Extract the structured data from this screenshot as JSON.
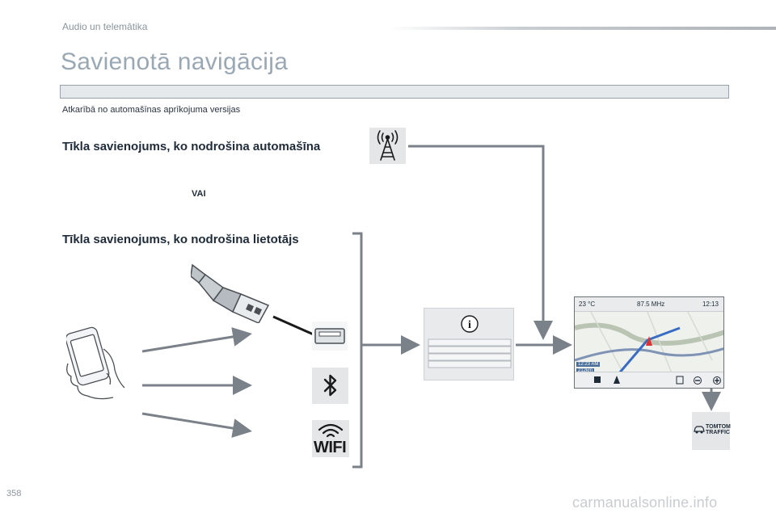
{
  "header": {
    "section": "Audio un telemātika",
    "title": "Savienotā navigācija"
  },
  "content": {
    "subtitle": "Atkarībā no automašīnas aprīkojuma versijas",
    "heading_car": "Tīkla savienojums, ko nodrošina automašīna",
    "or_label": "VAI",
    "heading_user": "Tīkla savienojums, ko nodrošina lietotājs"
  },
  "screen": {
    "temperature": "23 °C",
    "frequency": "87.5 MHz",
    "time": "12:13",
    "eta": "12:23 AM",
    "distance": "212km"
  },
  "icons": {
    "antenna": "cell-tower-icon",
    "usb_plug": "usb-plug-icon",
    "usb_port": "usb-port-icon",
    "bluetooth": "bluetooth-icon",
    "wifi": "wifi-icon",
    "wifi_label": "WIFI",
    "info": "info-icon",
    "phone": "smartphone-icon",
    "tomtom": "tomtom-traffic-icon",
    "tomtom_line1": "TOMTOM",
    "tomtom_line2": "TRAFFIC"
  },
  "colors": {
    "arrow": "#7a8189",
    "title": "#9aa8b4",
    "text": "#1f2b39"
  },
  "footer": {
    "page_number": "358",
    "watermark": "carmanualsonline.info"
  }
}
